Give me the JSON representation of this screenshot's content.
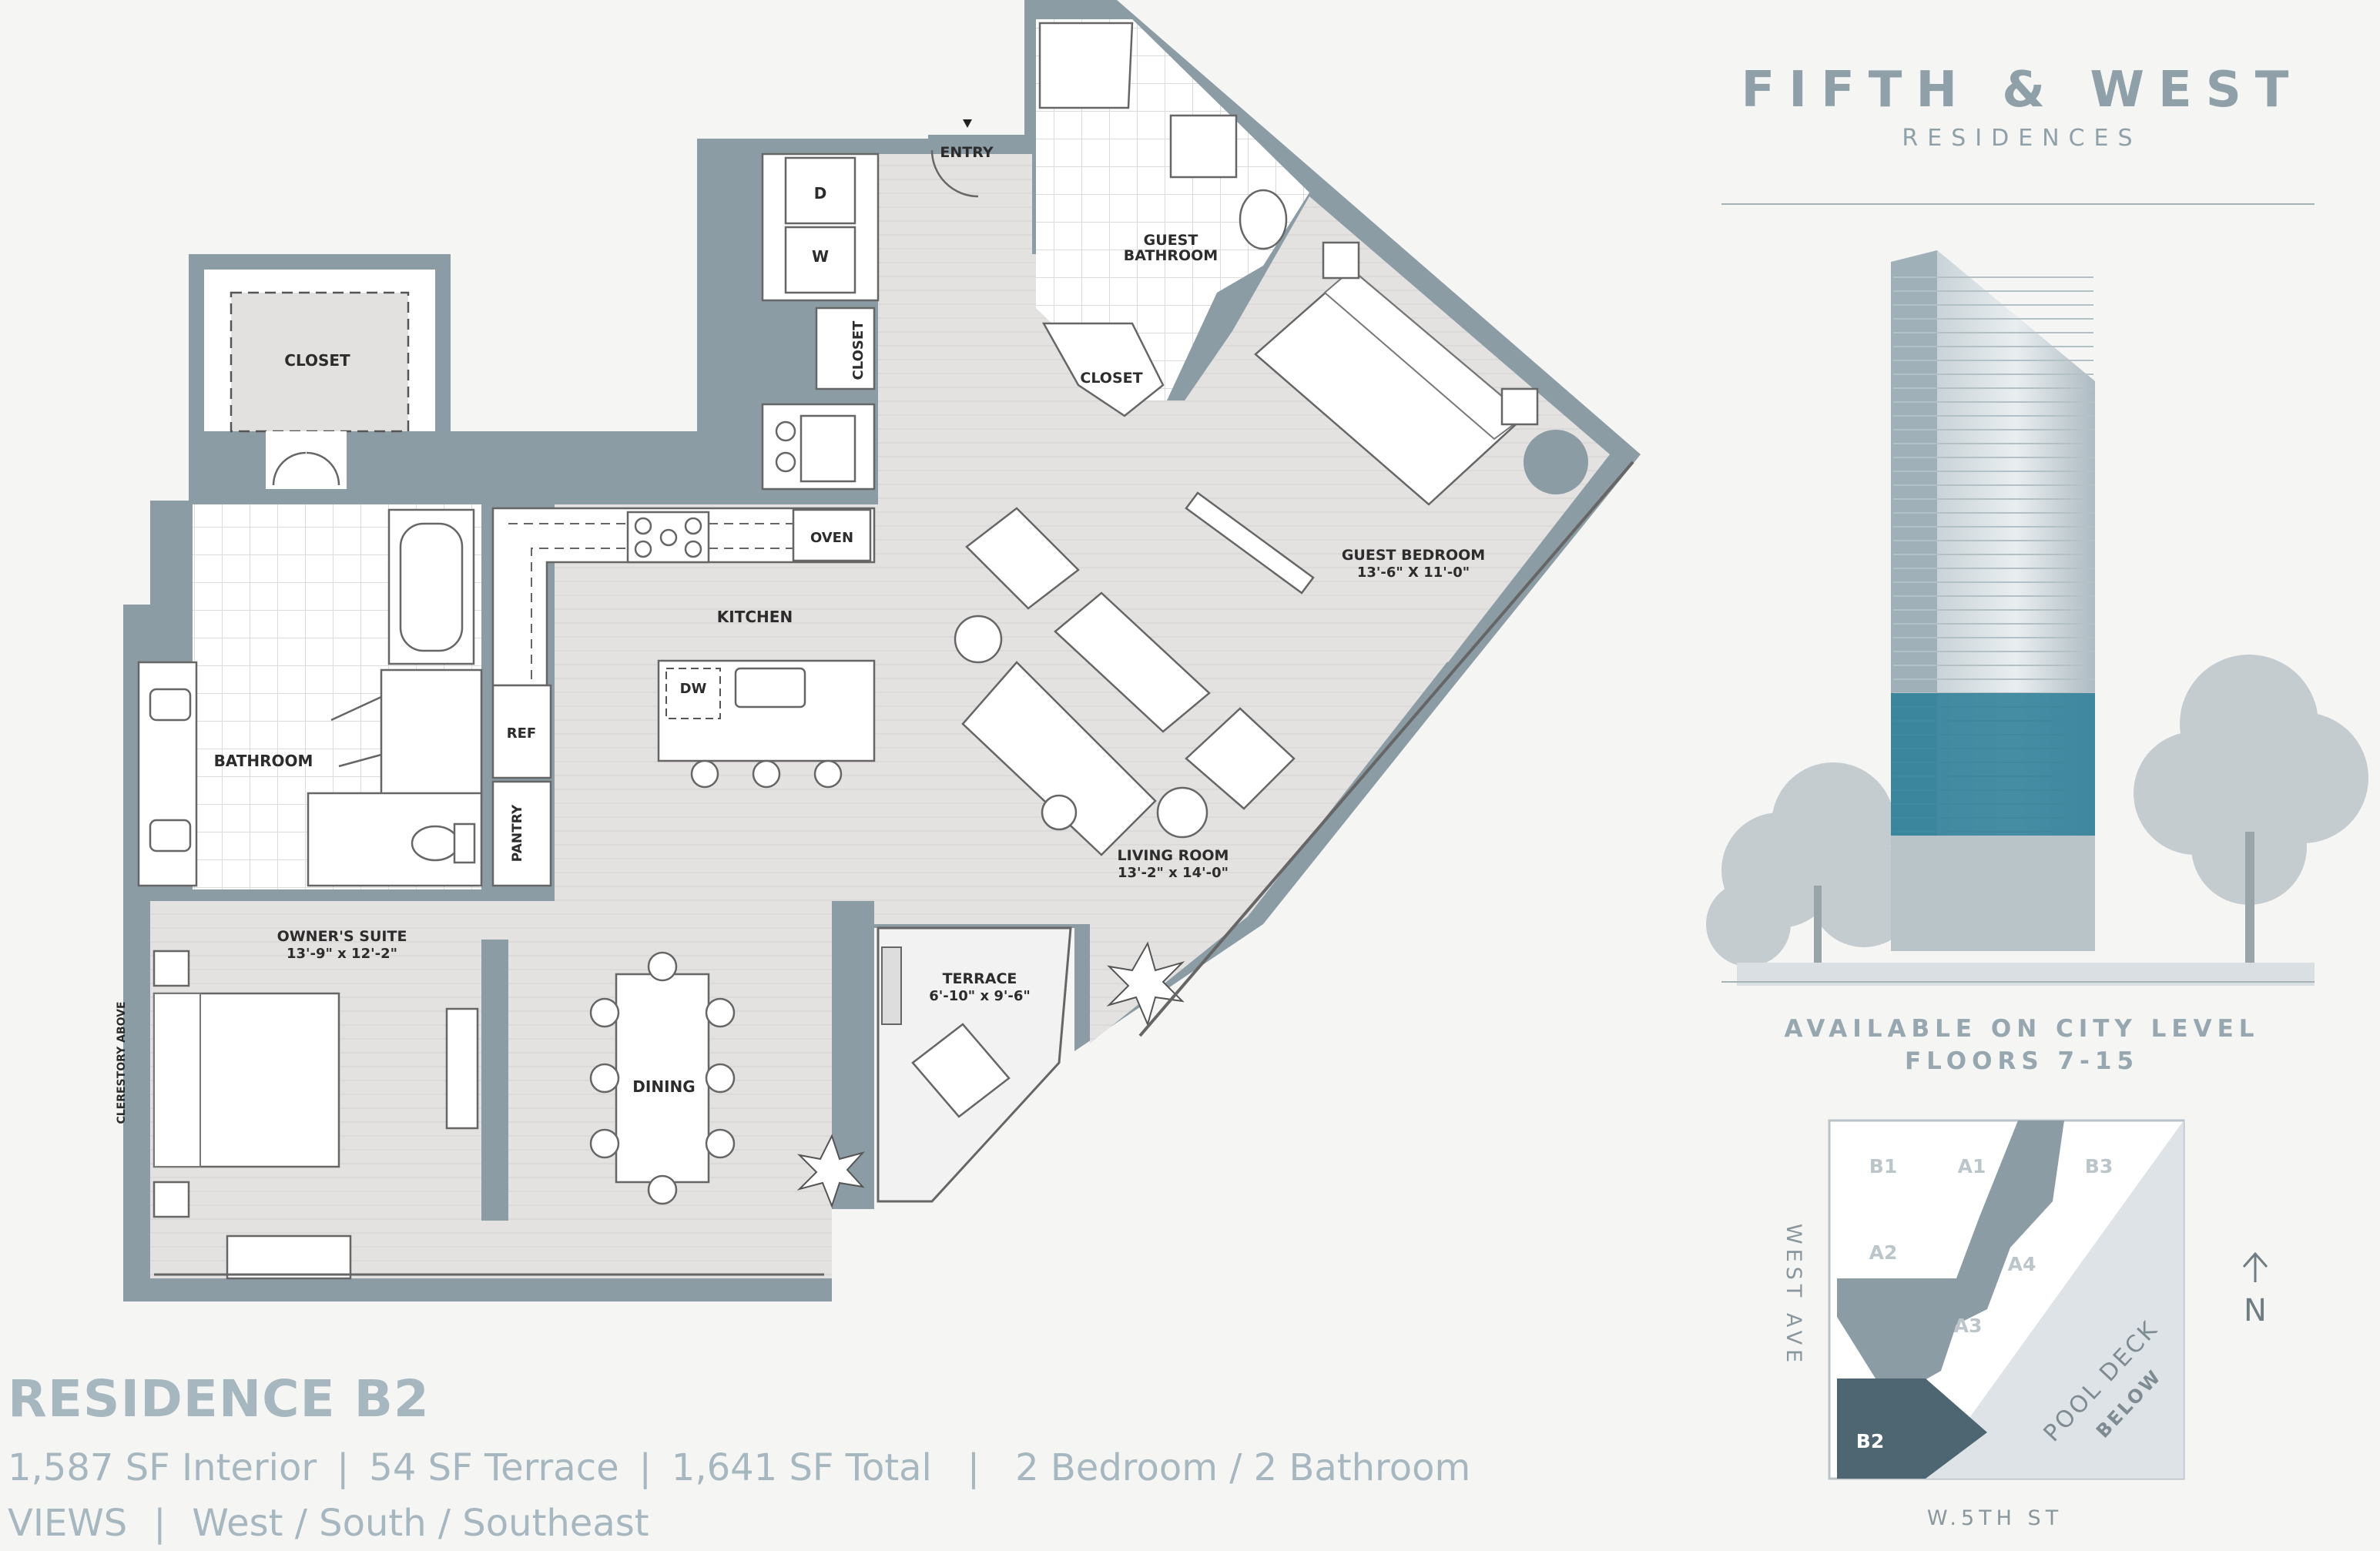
{
  "brand": {
    "name": "FIFTH & WEST",
    "sub": "RESIDENCES"
  },
  "availability": {
    "line1": "AVAILABLE ON CITY LEVEL",
    "line2": "FLOORS 7-15"
  },
  "residence": {
    "title": "RESIDENCE B2",
    "interior": "1,587 SF Interior",
    "terrace": "54 SF Terrace",
    "total": "1,641 SF Total",
    "rooms": "2 Bedroom / 2 Bathroom",
    "views_label": "VIEWS",
    "views": "West / South / Southeast",
    "separator": "|"
  },
  "plan_labels": {
    "entry": "ENTRY",
    "guest_bathroom_1": "GUEST",
    "guest_bathroom_2": "BATHROOM",
    "closet": "CLOSET",
    "closet_hall": "CLOSET",
    "closet_guest": "CLOSET",
    "dryer": "D",
    "washer": "W",
    "oven": "OVEN",
    "kitchen": "KITCHEN",
    "dw": "DW",
    "ref": "REF",
    "pantry": "PANTRY",
    "bathroom": "BATHROOM",
    "guest_bedroom": "GUEST BEDROOM",
    "guest_bedroom_dim": "13'-6\" X 11'-0\"",
    "living_room": "LIVING ROOM",
    "living_room_dim": "13'-2\" x 14'-0\"",
    "owners_suite": "OWNER'S SUITE",
    "owners_suite_dim": "13'-9\" x 12'-2\"",
    "dining": "DINING",
    "terrace": "TERRACE",
    "terrace_dim": "6'-10\" x 9'-6\"",
    "clerestory": "CLERESTORY ABOVE"
  },
  "keyplan": {
    "units": [
      "B1",
      "A1",
      "B3",
      "A2",
      "A4",
      "A3",
      "B2"
    ],
    "highlight_unit": "B2",
    "street_west": "WEST AVE",
    "street_south": "W.5TH ST",
    "pool_1": "POOL DECK",
    "pool_2": "BELOW",
    "north": "N"
  },
  "colors": {
    "wall": "#8c9ca4",
    "floor": "#e3e1e0",
    "accent_blue": "#2f7f98",
    "text_light": "#a6b7c0",
    "highlight_unit": "#4e6671"
  }
}
